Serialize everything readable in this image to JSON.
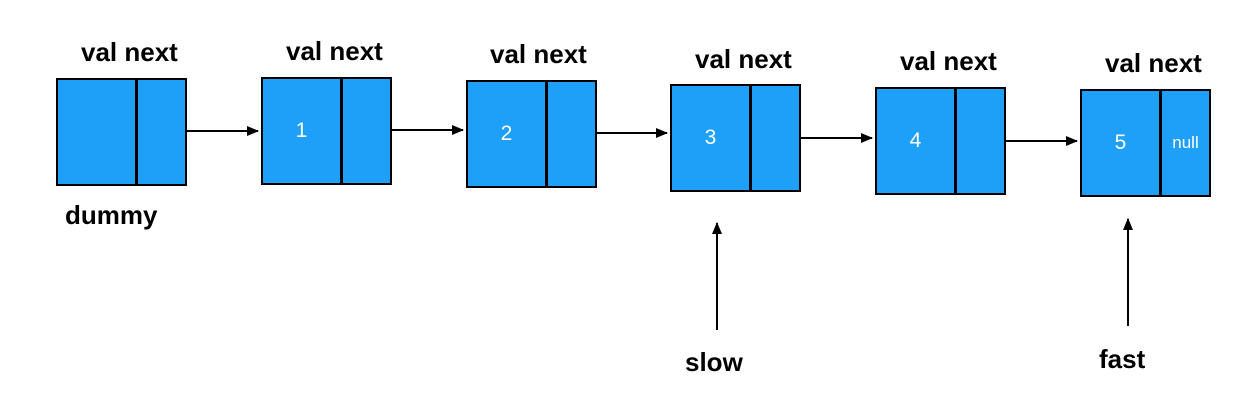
{
  "colors": {
    "node_fill": "#1EA0F8",
    "border": "#000000",
    "text": "#ffffff",
    "arrow": "#000000"
  },
  "header_label": "val next",
  "nodes": [
    {
      "val": "",
      "next": "",
      "tag": "dummy"
    },
    {
      "val": "1",
      "next": ""
    },
    {
      "val": "2",
      "next": ""
    },
    {
      "val": "3",
      "next": ""
    },
    {
      "val": "4",
      "next": ""
    },
    {
      "val": "5",
      "next": "null"
    }
  ],
  "pointers": {
    "slow": "slow",
    "fast": "fast"
  }
}
